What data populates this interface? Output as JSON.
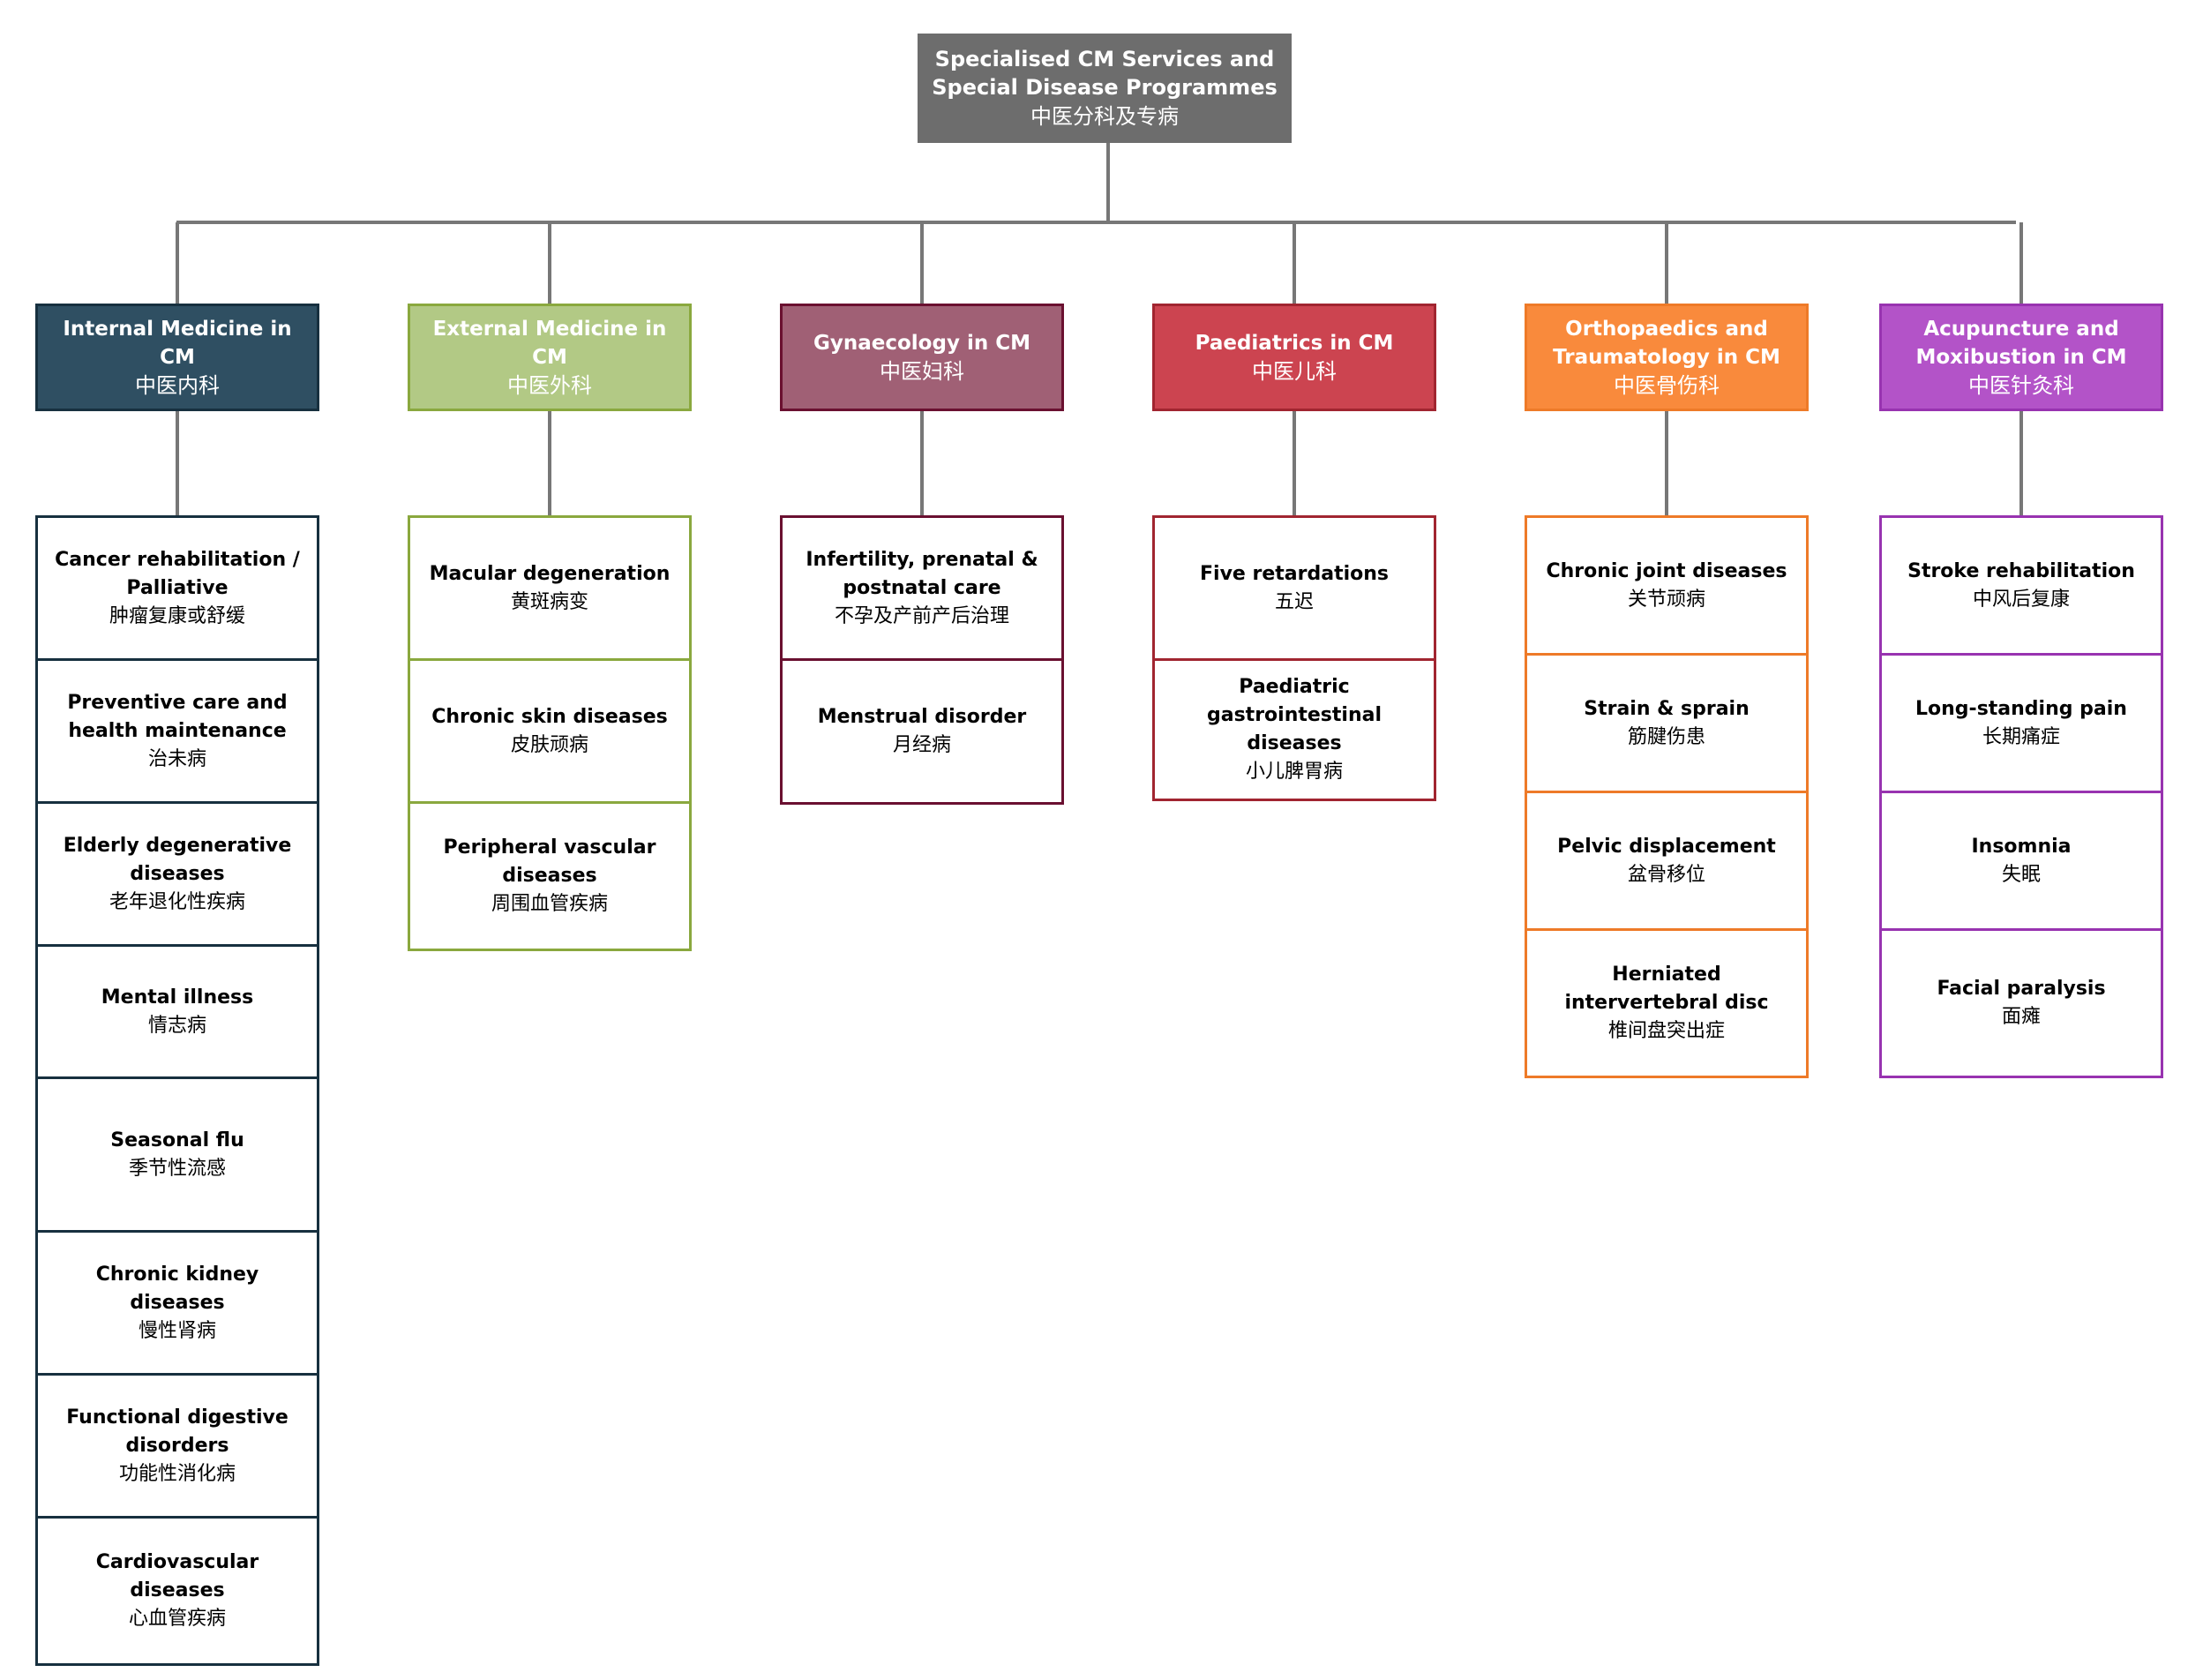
{
  "root": {
    "line1": "Specialised CM Services and",
    "line2": "Special Disease Programmes",
    "zh": "中医分科及专病"
  },
  "departments": [
    {
      "en_lines": [
        "Internal Medicine in CM"
      ],
      "zh": "中医内科",
      "fill": "#2f4f62",
      "border": "#17303f",
      "items": [
        {
          "en": [
            "Cancer rehabilitation /",
            "Palliative"
          ],
          "zh": "肿瘤复康或舒缓"
        },
        {
          "en": [
            "Preventive care and",
            "health maintenance"
          ],
          "zh": "治未病"
        },
        {
          "en": [
            "Elderly degenerative",
            "diseases"
          ],
          "zh": "老年退化性疾病"
        },
        {
          "en": [
            "Mental illness"
          ],
          "zh": "情志病"
        },
        {
          "en": [
            "Seasonal flu"
          ],
          "zh": "季节性流感"
        },
        {
          "en": [
            "Chronic kidney",
            "diseases"
          ],
          "zh": "慢性肾病"
        },
        {
          "en": [
            "Functional digestive",
            "disorders"
          ],
          "zh": "功能性消化病"
        },
        {
          "en": [
            "Cardiovascular",
            "diseases"
          ],
          "zh": "心血管疾病"
        }
      ]
    },
    {
      "en_lines": [
        "External Medicine in CM"
      ],
      "zh": "中医外科",
      "fill": "#b2c985",
      "border": "#8aa83e",
      "items": [
        {
          "en": [
            "Macular degeneration"
          ],
          "zh": "黄斑病变"
        },
        {
          "en": [
            "Chronic skin diseases"
          ],
          "zh": "皮肤顽病"
        },
        {
          "en": [
            "Peripheral vascular",
            "diseases"
          ],
          "zh": "周围血管疾病"
        }
      ]
    },
    {
      "en_lines": [
        "Gynaecology in CM"
      ],
      "zh": "中医妇科",
      "fill": "#a06075",
      "border": "#6a1030",
      "items": [
        {
          "en": [
            "Infertility, prenatal &",
            "postnatal care"
          ],
          "zh": "不孕及产前产后治理"
        },
        {
          "en": [
            "Menstrual disorder"
          ],
          "zh": "月经病"
        }
      ]
    },
    {
      "en_lines": [
        "Paediatrics in CM"
      ],
      "zh": "中医儿科",
      "fill": "#cc4450",
      "border": "#a12530",
      "items": [
        {
          "en": [
            "Five retardations"
          ],
          "zh": "五迟"
        },
        {
          "en": [
            "Paediatric",
            "gastrointestinal",
            "diseases"
          ],
          "zh": "小儿脾胃病"
        }
      ]
    },
    {
      "en_lines": [
        "Orthopaedics and",
        "Traumatology in CM"
      ],
      "zh": "中医骨伤科",
      "fill": "#f98a3c",
      "border": "#ee7a28",
      "items": [
        {
          "en": [
            "Chronic joint diseases"
          ],
          "zh": "关节顽病"
        },
        {
          "en": [
            "Strain & sprain"
          ],
          "zh": "筋腱伤患"
        },
        {
          "en": [
            "Pelvic displacement"
          ],
          "zh": "盆骨移位"
        },
        {
          "en": [
            "Herniated",
            "intervertebral disc"
          ],
          "zh": "椎间盘突出症"
        }
      ]
    },
    {
      "en_lines": [
        "Acupuncture and",
        "Moxibustion in CM"
      ],
      "zh": "中医针灸科",
      "fill": "#b353c8",
      "border": "#9833b0",
      "items": [
        {
          "en": [
            "Stroke rehabilitation"
          ],
          "zh": "中风后复康"
        },
        {
          "en": [
            "Long-standing pain"
          ],
          "zh": "长期痛症"
        },
        {
          "en": [
            "Insomnia"
          ],
          "zh": "失眠"
        },
        {
          "en": [
            "Facial paralysis"
          ],
          "zh": "面瘫"
        }
      ]
    }
  ]
}
